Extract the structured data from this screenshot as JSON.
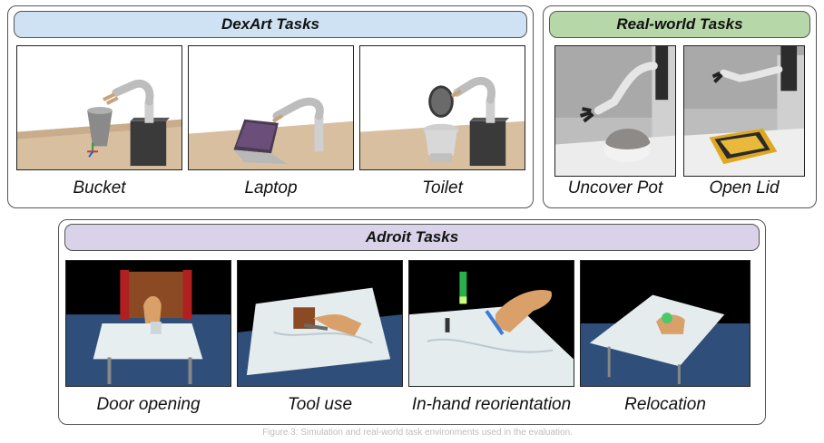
{
  "dexart": {
    "title": "DexArt Tasks",
    "header_color": "#cfe2f3",
    "tasks": [
      "Bucket",
      "Laptop",
      "Toilet"
    ]
  },
  "realworld": {
    "title": "Real-world Tasks",
    "header_color": "#b6d7a8",
    "tasks": [
      "Uncover Pot",
      "Open Lid"
    ]
  },
  "adroit": {
    "title": "Adroit Tasks",
    "header_color": "#d9d2e9",
    "tasks": [
      "Door opening",
      "Tool use",
      "In-hand reorientation",
      "Relocation"
    ]
  },
  "footnote": "Figure 3: Simulation and real-world task environments used in the evaluation."
}
